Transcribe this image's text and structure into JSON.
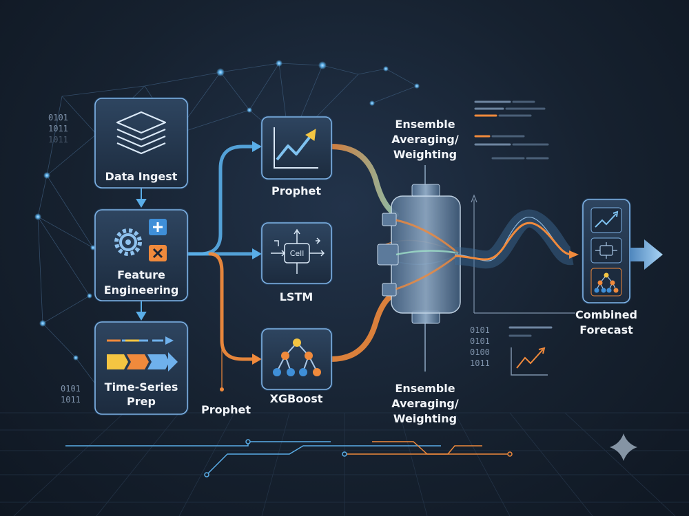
{
  "nodes": {
    "data_ingest": "Data Ingest",
    "feature_engineering": [
      "Feature",
      "Engineering"
    ],
    "time_series_prep": [
      "Time-Series",
      "Prep"
    ],
    "prophet": "Prophet",
    "lstm": "LSTM",
    "lstm_cell": "Cell",
    "xgboost": "XGBoost",
    "prophet_side": "Prophet",
    "ensemble_top": [
      "Ensemble",
      "Averaging/",
      "Weighting"
    ],
    "ensemble_bottom": [
      "Ensemble",
      "Averaging/",
      "Weighting"
    ],
    "combined_forecast": [
      "Combined",
      "Forecast"
    ]
  },
  "binary": {
    "left_top": [
      "0101",
      "1011",
      "1011"
    ],
    "left_bottom": [
      "0101",
      "1011"
    ],
    "right": [
      "0101",
      "0101",
      "0100",
      "1011"
    ]
  },
  "colors": {
    "background": "#16212f",
    "box_stroke": "#7fb3e6",
    "blue_flow": "#5aaee8",
    "orange_flow": "#f08a3c",
    "text": "#f2f5f9"
  },
  "icons": [
    "layers-icon",
    "gear-icon",
    "plus-icon",
    "multiply-icon",
    "timeline-arrows-icon",
    "trend-chart-icon",
    "lstm-cell-icon",
    "tree-icon",
    "mixer-icon",
    "arrow-right-icon",
    "sparkle-icon"
  ]
}
